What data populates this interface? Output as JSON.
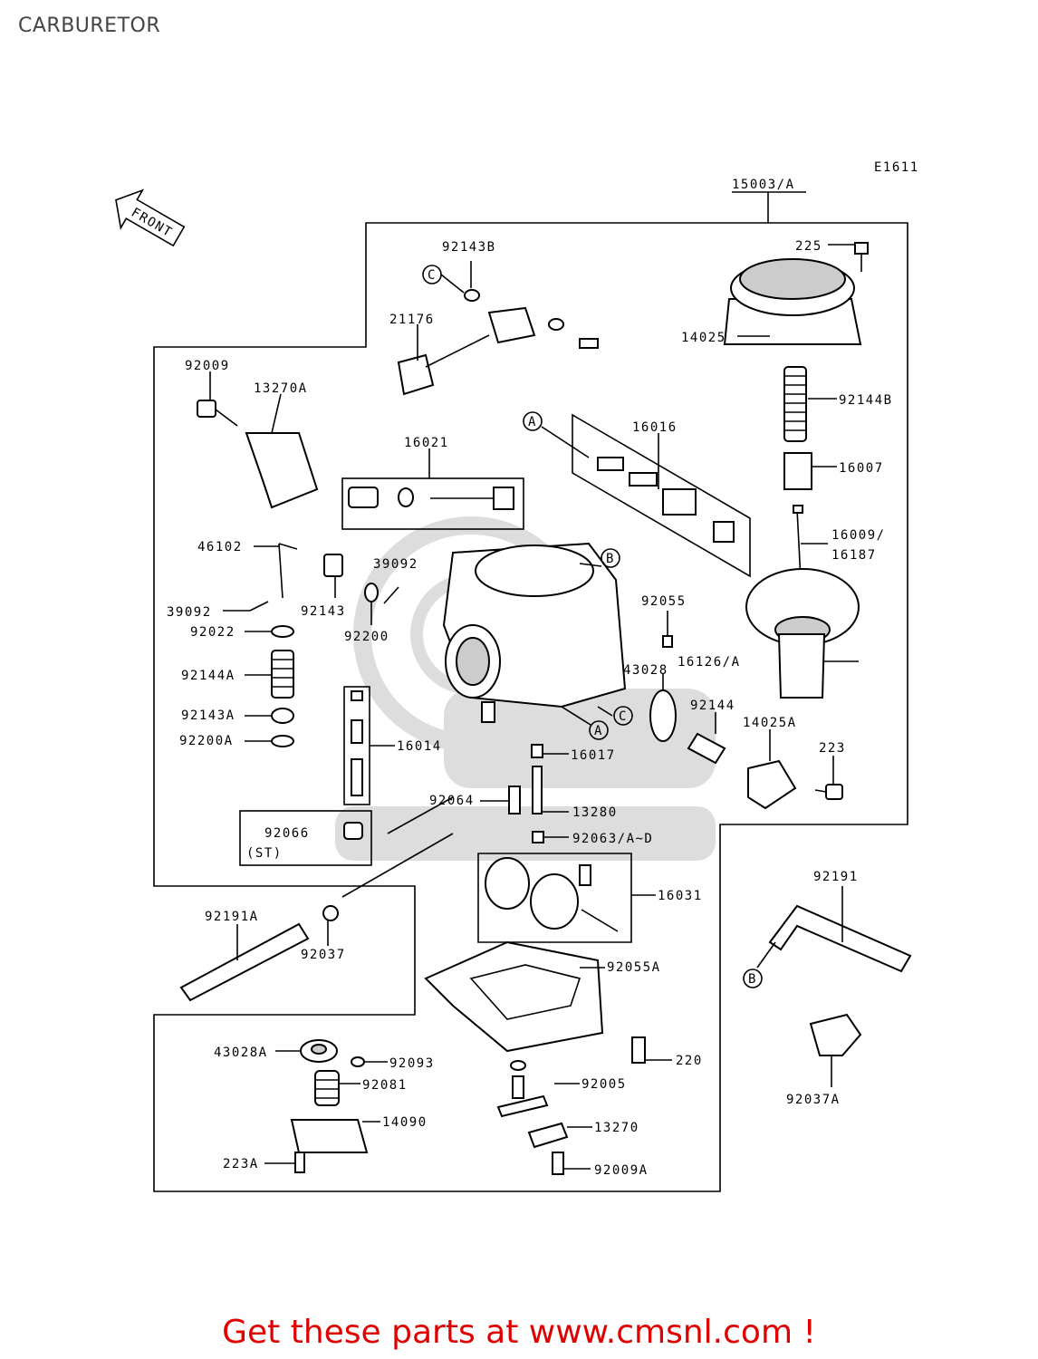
{
  "page": {
    "title": "CARBURETOR"
  },
  "diagram": {
    "code": "E1611",
    "front_label": "FRONT",
    "ref_markers": [
      "A",
      "B",
      "C"
    ],
    "parts": {
      "p15003": "15003/A",
      "p225": "225",
      "p92143B": "92143B",
      "p21176": "21176",
      "p14025": "14025",
      "p92009": "92009",
      "p13270A": "13270A",
      "p92144B": "92144B",
      "p16016": "16016",
      "p16021": "16021",
      "p16007": "16007",
      "p16009": "16009/",
      "p16187": "16187",
      "p46102": "46102",
      "p39092a": "39092",
      "p39092b": "39092",
      "p92143": "92143",
      "p92022": "92022",
      "p92200": "92200",
      "p92055": "92055",
      "p16126": "16126/A",
      "p92144A": "92144A",
      "p43028": "43028",
      "p92144": "92144",
      "p92143A": "92143A",
      "p14025A": "14025A",
      "p92200A": "92200A",
      "p16014": "16014",
      "p16017": "16017",
      "p223": "223",
      "p92064": "92064",
      "p13280": "13280",
      "p92066": "92066",
      "p92066st": "(ST)",
      "p92063": "92063/A~D",
      "p92191": "92191",
      "p16031": "16031",
      "p92191A": "92191A",
      "p92037": "92037",
      "p92055A": "92055A",
      "p43028A": "43028A",
      "p92093": "92093",
      "p220": "220",
      "p92081": "92081",
      "p92005": "92005",
      "p14090": "14090",
      "p13270": "13270",
      "p223A": "223A",
      "p92009A": "92009A",
      "p92037A": "92037A"
    }
  },
  "footer": {
    "text": "Get these parts at www.cmsnl.com !"
  }
}
